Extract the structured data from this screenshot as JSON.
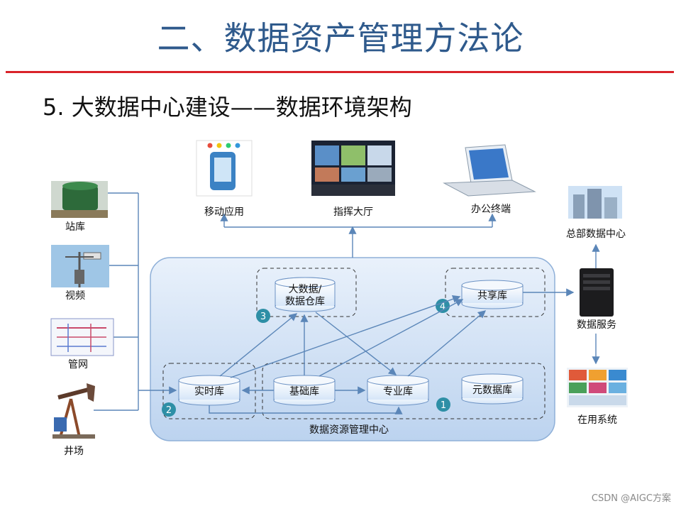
{
  "title": "二、数据资产管理方法论",
  "subtitle": "5. 大数据中心建设——数据环境架构",
  "watermark": "CSDN @AIGC方案",
  "sources": {
    "station": "站库",
    "video": "视频",
    "pipeline": "管网",
    "wellsite": "井场"
  },
  "top_apps": {
    "mobile": "移动应用",
    "command": "指挥大厅",
    "office": "办公终端"
  },
  "right": {
    "hq": "总部数据中心",
    "service": "数据服务",
    "systems": "在用系统"
  },
  "center": {
    "title": "数据资源管理中心",
    "bigdata_line1": "大数据/",
    "bigdata_line2": "数据仓库",
    "share": "共享库",
    "realtime": "实时库",
    "base": "基础库",
    "special": "专业库",
    "meta": "元数据库",
    "n1": "1",
    "n2": "2",
    "n3": "3",
    "n4": "4"
  },
  "colors": {
    "title": "#2f5a8c",
    "accent_red": "#d9232a",
    "panel_fill": "#c7dcf5",
    "connector": "#5b86b8",
    "badge": "#2e8fa6"
  }
}
